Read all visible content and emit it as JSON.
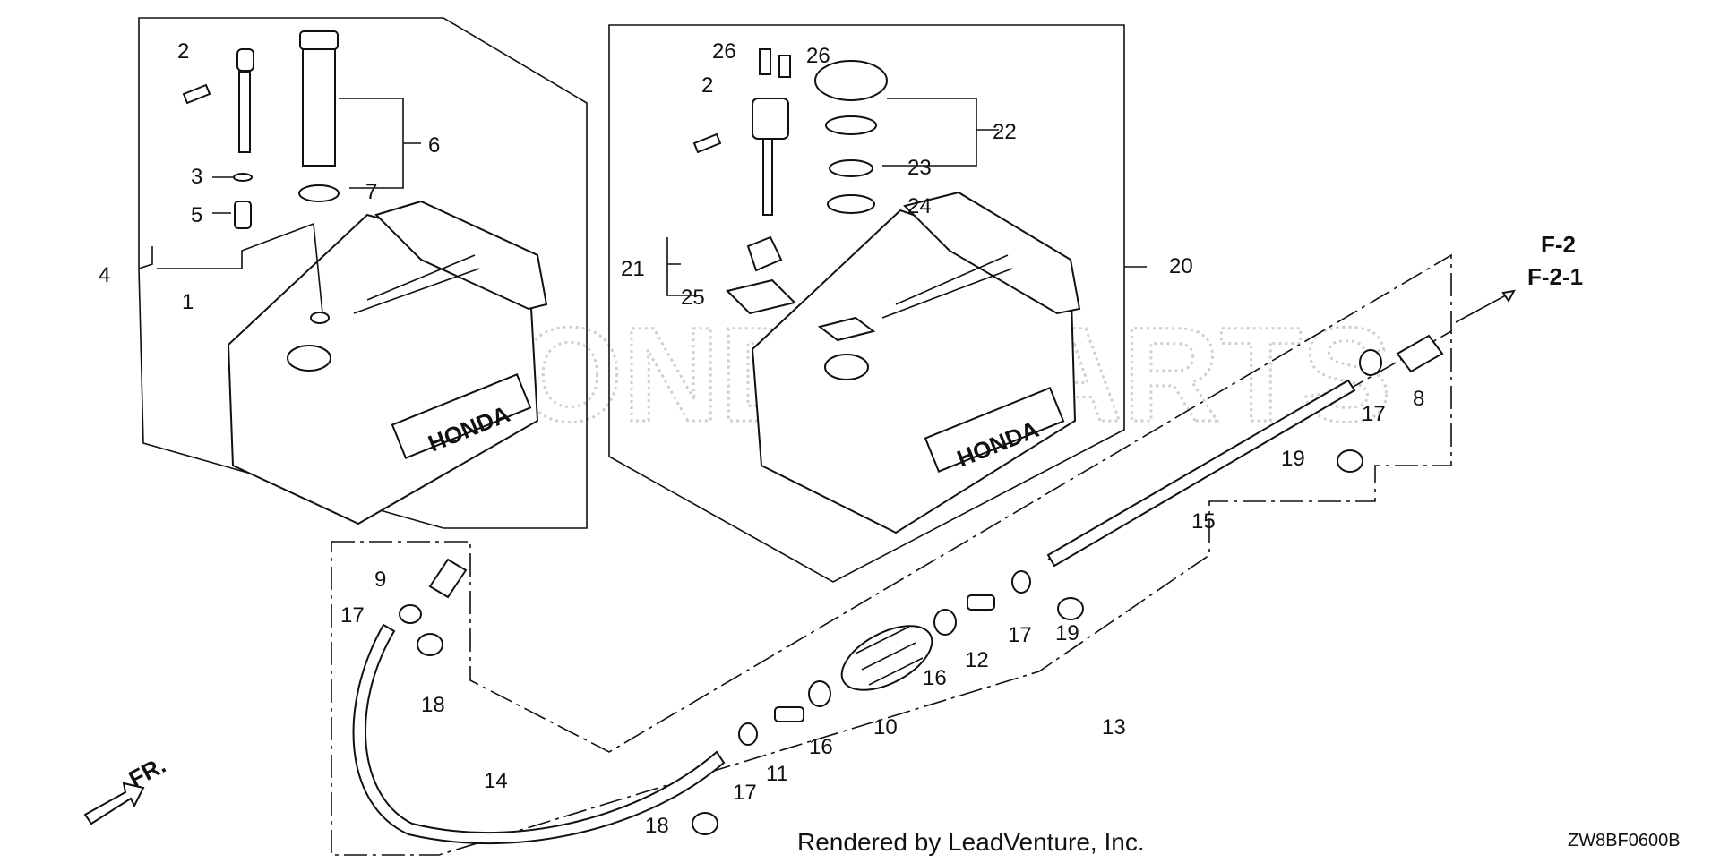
{
  "diagram": {
    "watermark": "HONDA PARTS",
    "tank_brand": "HONDA",
    "footer": "Rendered by LeadVenture, Inc.",
    "code": "ZW8BF0600B",
    "direction_label": "FR.",
    "ref_labels": [
      "F-2",
      "F-2-1"
    ],
    "callouts": {
      "c1": "1",
      "c2a": "2",
      "c2b": "2",
      "c3": "3",
      "c4": "4",
      "c5": "5",
      "c6": "6",
      "c7": "7",
      "c8": "8",
      "c9": "9",
      "c10": "10",
      "c11": "11",
      "c12": "12",
      "c13": "13",
      "c14": "14",
      "c15": "15",
      "c16a": "16",
      "c16b": "16",
      "c17a": "17",
      "c17b": "17",
      "c17c": "17",
      "c17d": "17",
      "c18a": "18",
      "c18b": "18",
      "c19a": "19",
      "c19b": "19",
      "c20": "20",
      "c21": "21",
      "c22": "22",
      "c23": "23",
      "c24": "24",
      "c25": "25",
      "c26a": "26",
      "c26b": "26"
    }
  }
}
